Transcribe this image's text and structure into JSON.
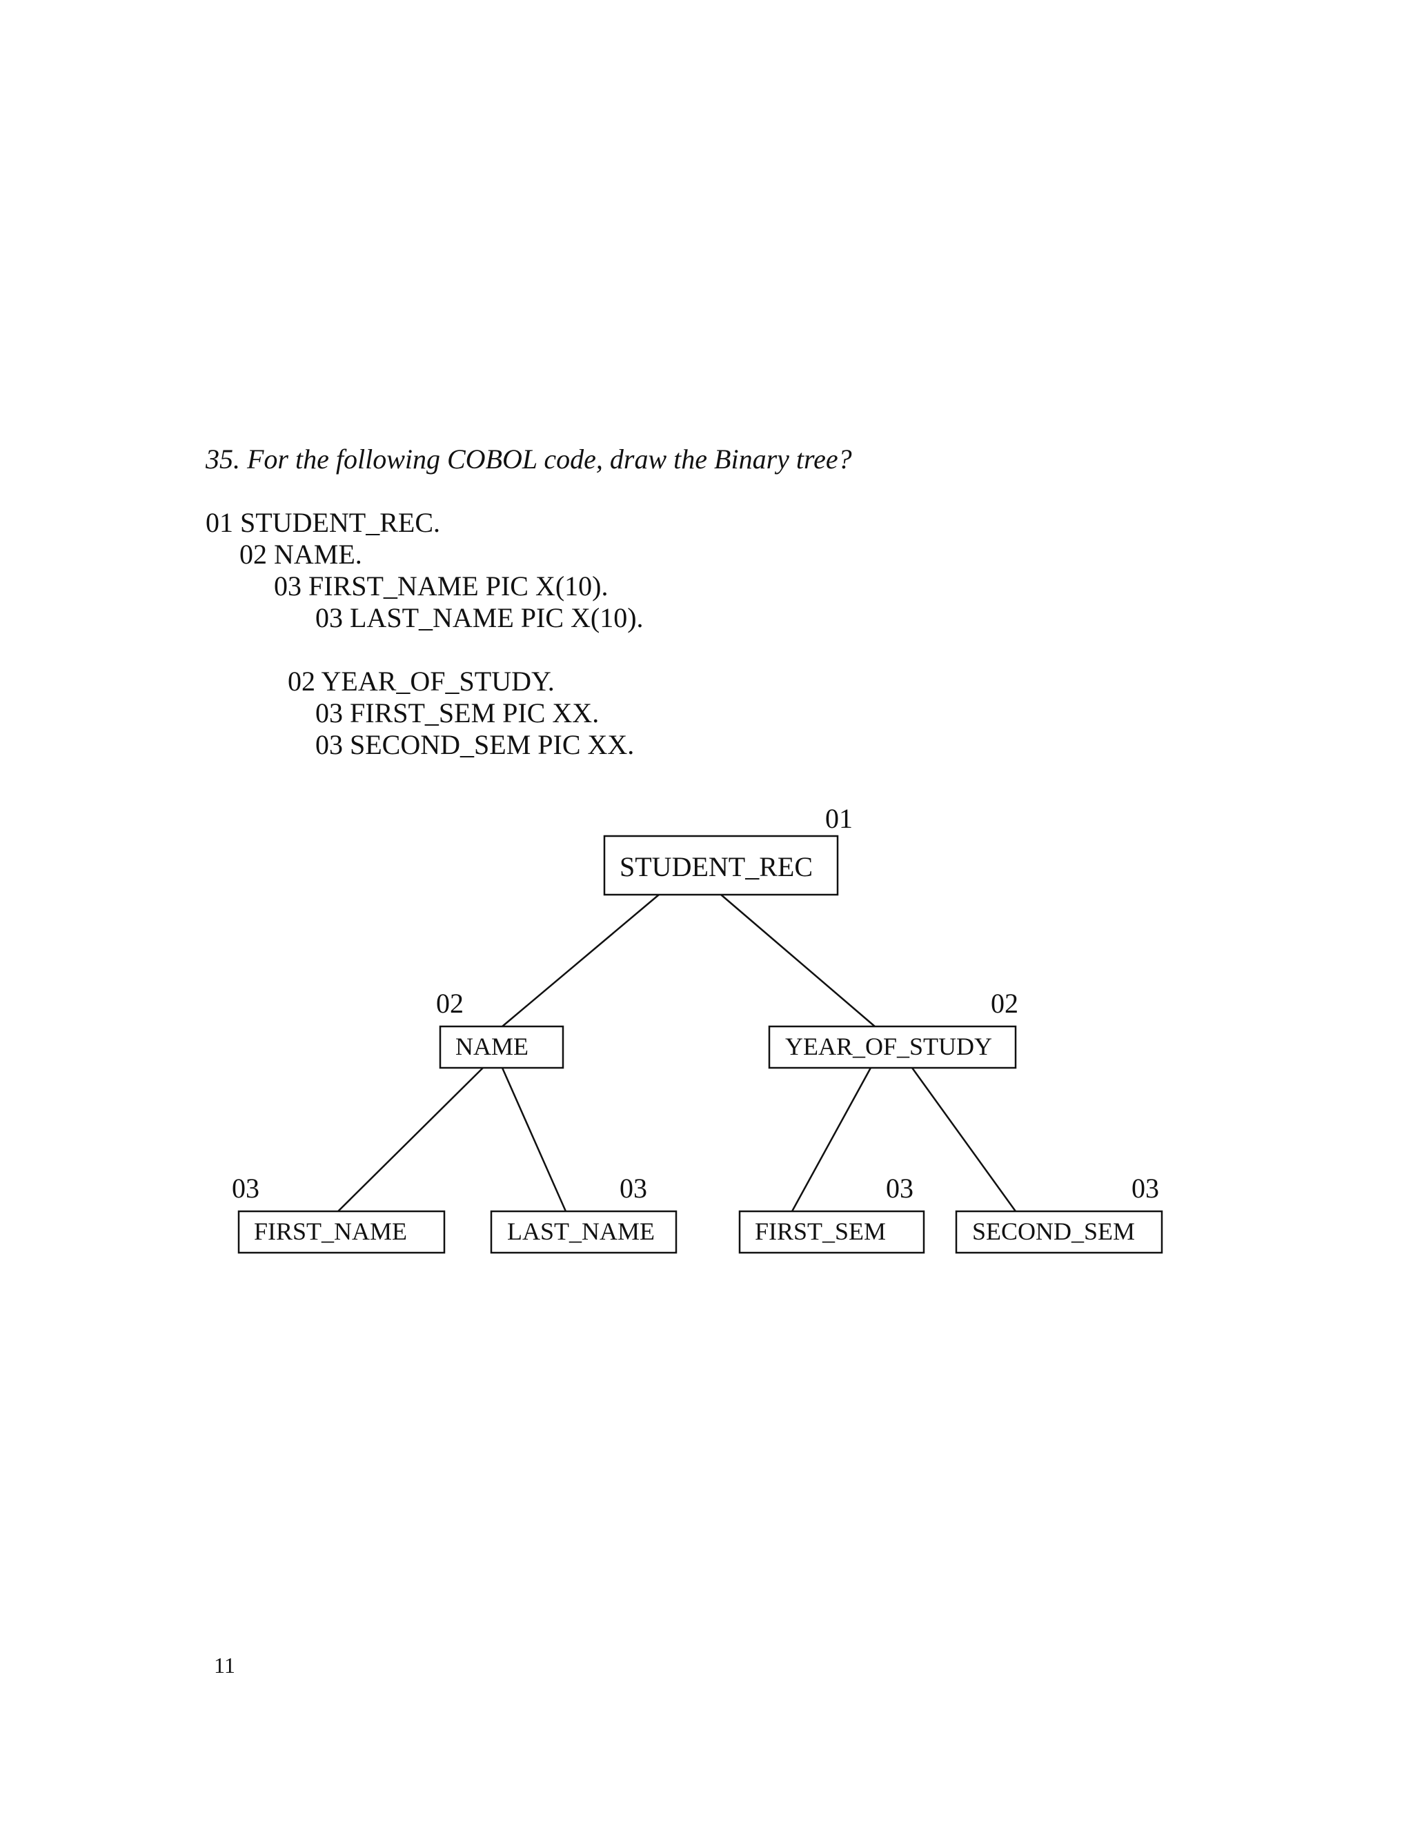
{
  "question": "35. For the following COBOL code, draw the Binary tree?",
  "code": [
    "01 STUDENT_REC.",
    "02 NAME.",
    "03 FIRST_NAME PIC X(10).",
    "03 LAST_NAME PIC X(10).",
    "02 YEAR_OF_STUDY.",
    "03 FIRST_SEM PIC XX.",
    "03 SECOND_SEM PIC XX."
  ],
  "tree": {
    "nodes": [
      {
        "id": "student_rec",
        "label": "STUDENT_REC",
        "level": "01"
      },
      {
        "id": "name",
        "label": "NAME",
        "level": "02"
      },
      {
        "id": "year_of_study",
        "label": "YEAR_OF_STUDY",
        "level": "02"
      },
      {
        "id": "first_name",
        "label": "FIRST_NAME",
        "level": "03"
      },
      {
        "id": "last_name",
        "label": "LAST_NAME",
        "level": "03"
      },
      {
        "id": "first_sem",
        "label": "FIRST_SEM",
        "level": "03"
      },
      {
        "id": "second_sem",
        "label": "SECOND_SEM",
        "level": "03"
      }
    ],
    "edges": [
      [
        "student_rec",
        "name"
      ],
      [
        "student_rec",
        "year_of_study"
      ],
      [
        "name",
        "first_name"
      ],
      [
        "name",
        "last_name"
      ],
      [
        "year_of_study",
        "first_sem"
      ],
      [
        "year_of_study",
        "second_sem"
      ]
    ]
  },
  "page_number": "11"
}
